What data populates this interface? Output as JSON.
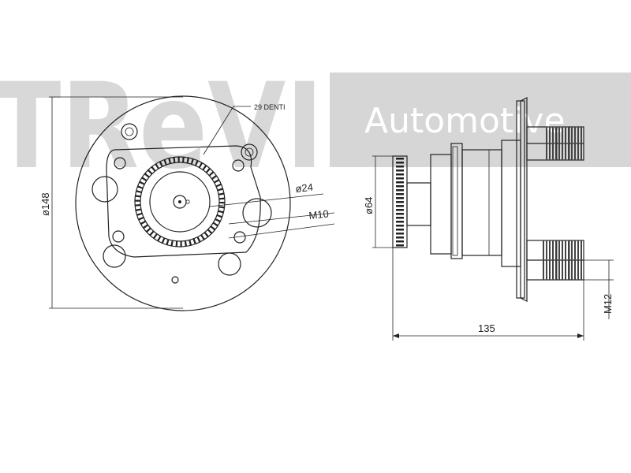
{
  "watermark": {
    "brand": "TReVI",
    "label": "Automotive"
  },
  "drawing": {
    "teeth_note": "29 DENTI",
    "dim_outer_diameter": "ø148",
    "dim_center_bore": "ø24",
    "dim_hub_bolt": "M10",
    "dim_abs_ring": "ø64",
    "dim_length": "135",
    "dim_stud": "M12"
  },
  "colors": {
    "watermark": "#d6d6d6",
    "line": "#222222"
  }
}
